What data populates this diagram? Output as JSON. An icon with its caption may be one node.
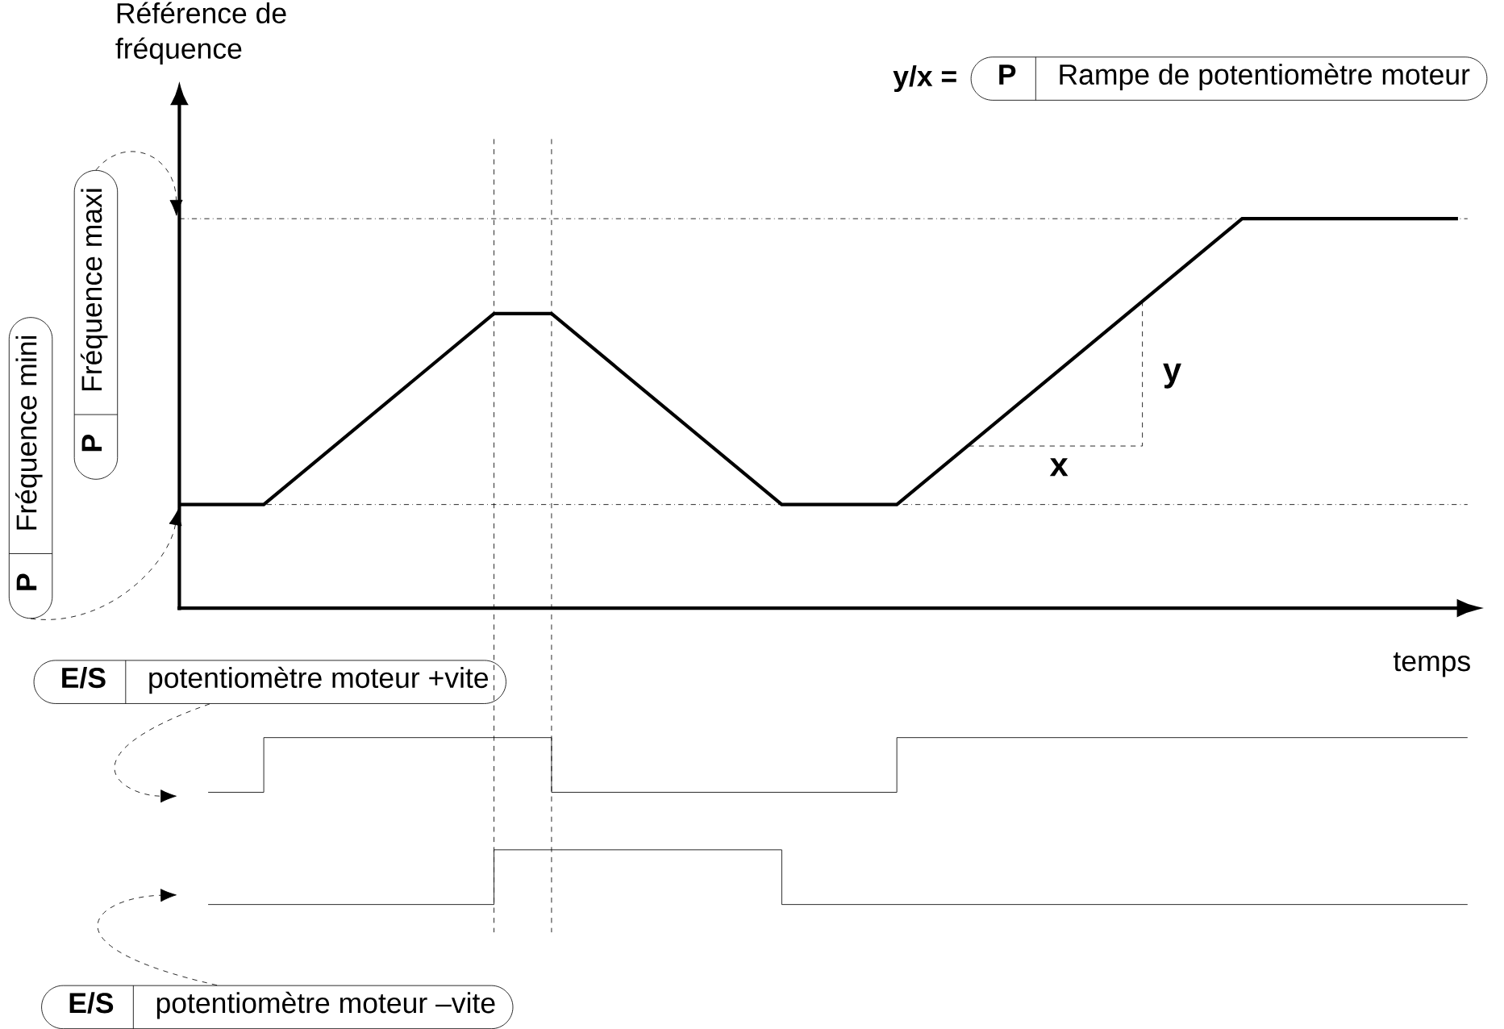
{
  "diagram": {
    "nodes": [
      {
        "text": [
          "P",
          "Rampe de potentiomètre moteur"
        ],
        "beside": [
          "y/x ="
        ]
      },
      {
        "text": [
          "P",
          "Fréquence maxi"
        ]
      },
      {
        "text": [
          "P",
          "Fréquence mini"
        ]
      },
      {
        "text": [
          "E/S",
          "potentiomètre moteur +vite"
        ]
      },
      {
        "text": [
          "E/S",
          "potentiomètre moteur –vite"
        ]
      }
    ],
    "edges": [
      {
        "from": 1,
        "to": null,
        "arrow": "to",
        "style": "dashed"
      },
      {
        "from": 2,
        "to": null,
        "arrow": "to",
        "style": "dashed"
      },
      {
        "from": 3,
        "to": null,
        "arrow": "to",
        "style": "dashed"
      },
      {
        "from": 4,
        "to": null,
        "arrow": "to",
        "style": "dashed"
      }
    ],
    "labels": [
      "Référence de fréquence",
      "y",
      "x",
      "temps"
    ]
  }
}
